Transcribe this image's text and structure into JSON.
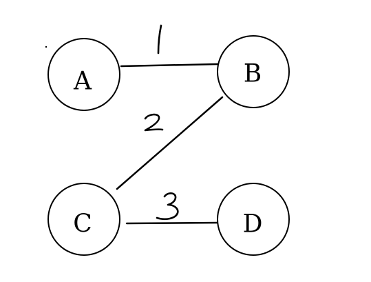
{
  "graph": {
    "nodes": [
      {
        "id": "A",
        "label": "A"
      },
      {
        "id": "B",
        "label": "B"
      },
      {
        "id": "C",
        "label": "C"
      },
      {
        "id": "D",
        "label": "D"
      }
    ],
    "edges": [
      {
        "from": "A",
        "to": "B",
        "weight": "1"
      },
      {
        "from": "B",
        "to": "C",
        "weight": "2"
      },
      {
        "from": "C",
        "to": "D",
        "weight": "3"
      }
    ]
  }
}
